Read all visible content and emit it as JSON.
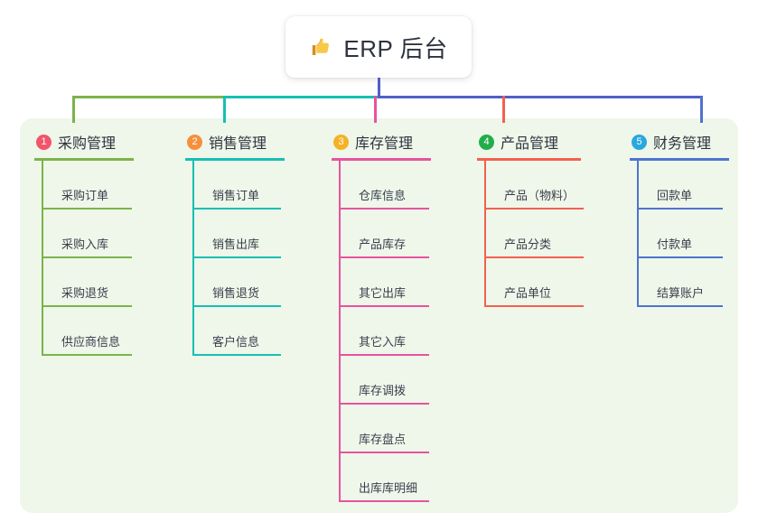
{
  "diagram": {
    "type": "org-chart",
    "root": {
      "label": "ERP 后台",
      "icon": "thumbs-up-icon"
    },
    "panel_color": "#eef7ea",
    "trunk_color": "#4f5fc9",
    "background": "#ffffff",
    "branches": [
      {
        "number": "1",
        "title": "采购管理",
        "badge_color": "#f2556a",
        "line_color": "#7cb34a",
        "connector_color": "#7cb34a",
        "items": [
          "采购订单",
          "采购入库",
          "采购退货",
          "供应商信息"
        ]
      },
      {
        "number": "2",
        "title": "销售管理",
        "badge_color": "#f5903c",
        "line_color": "#17bfb4",
        "connector_color": "#17bfb4",
        "items": [
          "销售订单",
          "销售出库",
          "销售退货",
          "客户信息"
        ]
      },
      {
        "number": "3",
        "title": "库存管理",
        "badge_color": "#f5b225",
        "line_color": "#e8539f",
        "connector_color": "#4f5fc9",
        "items": [
          "仓库信息",
          "产品库存",
          "其它出库",
          "其它入库",
          "库存调拨",
          "库存盘点",
          "出库库明细"
        ]
      },
      {
        "number": "4",
        "title": "产品管理",
        "badge_color": "#22ad4b",
        "line_color": "#f4604f",
        "connector_color": "#4f5fc9",
        "items": [
          "产品（物料）",
          "产品分类",
          "产品单位"
        ]
      },
      {
        "number": "5",
        "title": "财务管理",
        "badge_color": "#29a8e0",
        "line_color": "#4f73cf",
        "connector_color": "#4f5fc9",
        "items": [
          "回款单",
          "付款单",
          "结算账户"
        ]
      }
    ]
  }
}
